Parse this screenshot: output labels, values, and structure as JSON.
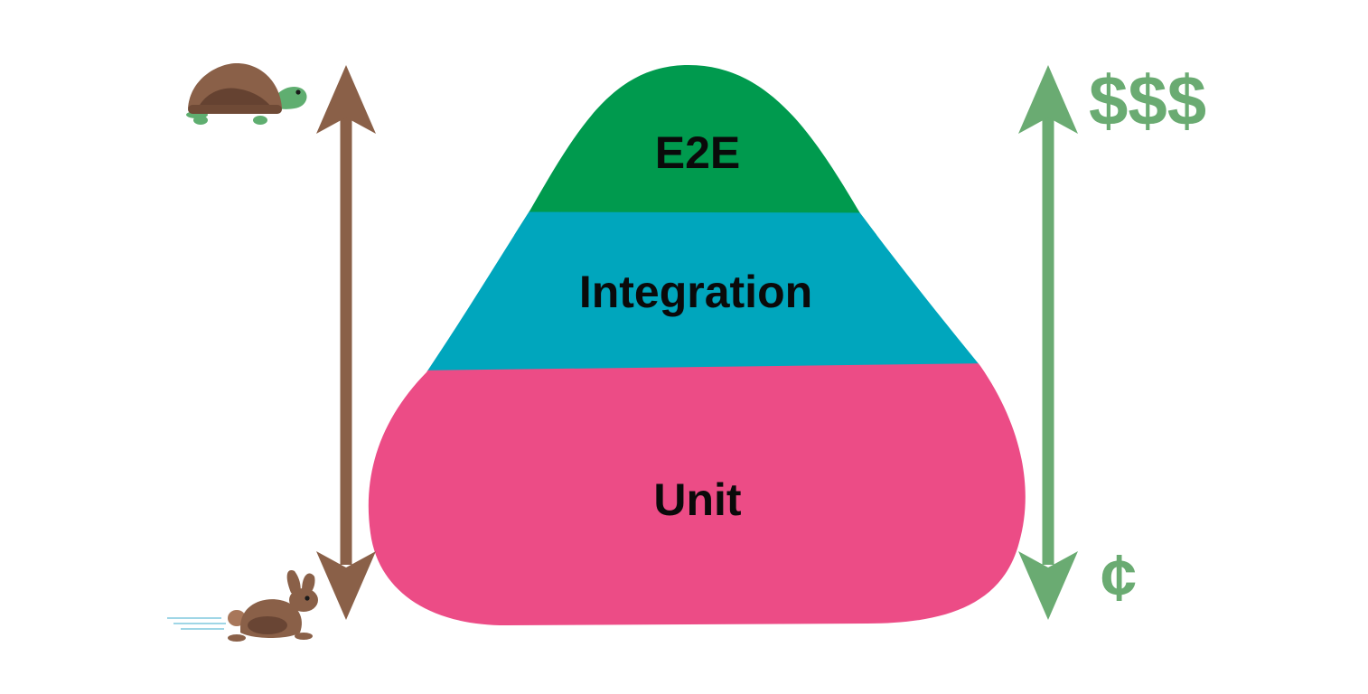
{
  "layers": {
    "top": {
      "label": "E2E",
      "color": "#009a4e"
    },
    "middle": {
      "label": "Integration",
      "color": "#00a6bd"
    },
    "bottom": {
      "label": "Unit",
      "color": "#ec4c86"
    }
  },
  "speed_axis": {
    "color": "#8a6048",
    "top_icon": "turtle-icon",
    "bottom_icon": "rabbit-icon"
  },
  "cost_axis": {
    "color": "#6aab72",
    "top_label": "$$$",
    "bottom_label": "¢"
  }
}
